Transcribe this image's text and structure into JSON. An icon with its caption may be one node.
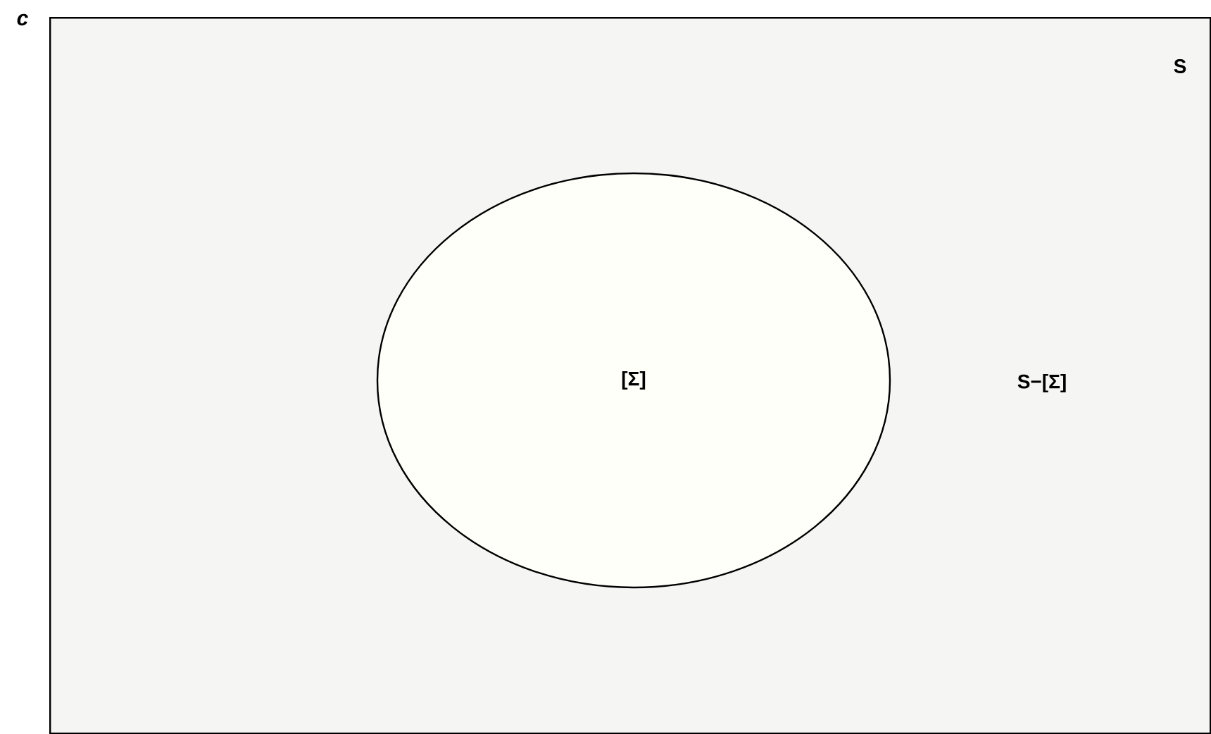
{
  "diagram": {
    "nodes": [
      {
        "text": [
          "S",
          "S−[Σ]"
        ],
        "beside": [
          "c"
        ]
      },
      {
        "text": [
          "[Σ]"
        ],
        "in": 0
      }
    ]
  }
}
